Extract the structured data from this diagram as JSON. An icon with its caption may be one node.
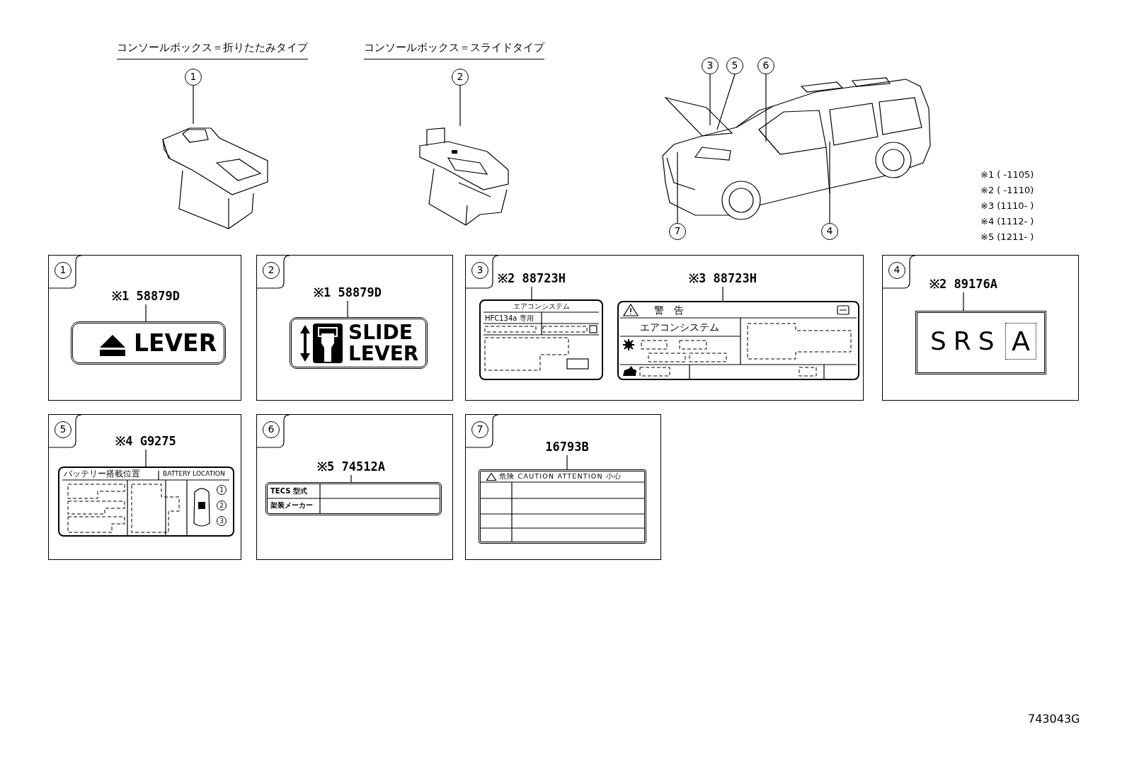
{
  "diagram": {
    "nodes": [
      {
        "text": [
          "1"
        ]
      },
      {
        "text": [],
        "shape": "picture"
      },
      {
        "text": [
          "2"
        ]
      },
      {
        "text": [],
        "shape": "picture"
      },
      {
        "text": [],
        "shape": "picture"
      },
      {
        "text": [
          "3"
        ]
      },
      {
        "text": [
          "5"
        ]
      },
      {
        "text": [
          "6"
        ]
      },
      {
        "text": [
          "7"
        ]
      },
      {
        "text": [
          "4"
        ]
      },
      {
        "text": [],
        "shape": "box"
      },
      {
        "text": [
          "1"
        ],
        "in": 10
      },
      {
        "text": [
          "※1 58879D"
        ],
        "in": 10
      },
      {
        "text": [
          "LEVER"
        ],
        "in": 10
      },
      {
        "text": [],
        "shape": "box"
      },
      {
        "text": [
          "2"
        ],
        "in": 14
      },
      {
        "text": [
          "※1 58879D"
        ],
        "in": 14
      },
      {
        "text": [
          "SLIDE LEVER"
        ],
        "in": 14
      },
      {
        "text": [],
        "shape": "box"
      },
      {
        "text": [
          "3"
        ],
        "in": 18
      },
      {
        "text": [
          "※2 88723H"
        ],
        "in": 18
      },
      {
        "text": [
          "エアコンシステム",
          "HFC134a 専用"
        ],
        "in": 18
      },
      {
        "text": [
          "※3 88723H"
        ],
        "in": 18
      },
      {
        "text": [
          "警告",
          "エアコンシステム"
        ],
        "in": 18
      },
      {
        "text": [],
        "shape": "box"
      },
      {
        "text": [
          "4"
        ],
        "in": 24
      },
      {
        "text": [
          "※2 89176A"
        ],
        "in": 24
      },
      {
        "text": [
          "SRS",
          "A"
        ],
        "in": 24
      },
      {
        "text": [],
        "shape": "box"
      },
      {
        "text": [
          "5"
        ],
        "in": 28
      },
      {
        "text": [
          "※4 G9275"
        ],
        "in": 28
      },
      {
        "text": [
          "バッテリー搭載位置",
          "BATTERY LOCATION",
          "1",
          "2",
          "3"
        ],
        "in": 28
      },
      {
        "text": [],
        "shape": "box"
      },
      {
        "text": [
          "6"
        ],
        "in": 32
      },
      {
        "text": [
          "※5 74512A"
        ],
        "in": 32
      },
      {
        "text": [
          "TECS 型式",
          "架装メーカー"
        ],
        "in": 32
      },
      {
        "text": [],
        "shape": "box"
      },
      {
        "text": [
          "7"
        ],
        "in": 36
      },
      {
        "text": [
          "16793B"
        ],
        "in": 36
      },
      {
        "text": [
          "危険 CAUTION ATTENTION 小心"
        ],
        "in": 36
      }
    ],
    "edges": [
      {
        "from": 0,
        "to": 1,
        "arrow": "none"
      },
      {
        "from": 2,
        "to": 3,
        "arrow": "none"
      },
      {
        "from": 5,
        "to": 4,
        "arrow": "none"
      },
      {
        "from": 6,
        "to": 4,
        "arrow": "none"
      },
      {
        "from": 7,
        "to": 4,
        "arrow": "none"
      },
      {
        "from": 8,
        "to": 4,
        "arrow": "none"
      },
      {
        "from": 9,
        "to": 4,
        "arrow": "none"
      },
      {
        "from": 12,
        "to": 13,
        "arrow": "none"
      },
      {
        "from": 16,
        "to": 17,
        "arrow": "none"
      },
      {
        "from": 20,
        "to": 21,
        "arrow": "none"
      },
      {
        "from": 22,
        "to": 23,
        "arrow": "none"
      },
      {
        "from": 26,
        "to": 27,
        "arrow": "none"
      },
      {
        "from": 30,
        "to": 31,
        "arrow": "none"
      },
      {
        "from": 34,
        "to": 35,
        "arrow": "none"
      },
      {
        "from": 38,
        "to": 39,
        "arrow": "none"
      }
    ],
    "labels": [
      "コンソールボックス＝折りたたみタイプ",
      "コンソールボックス＝スライドタイプ",
      "※1 ( -1105)",
      "※2 ( -1110)",
      "※3 (1110- )",
      "※4 (1112- )",
      "※5 (1211- )",
      "743043G"
    ]
  }
}
